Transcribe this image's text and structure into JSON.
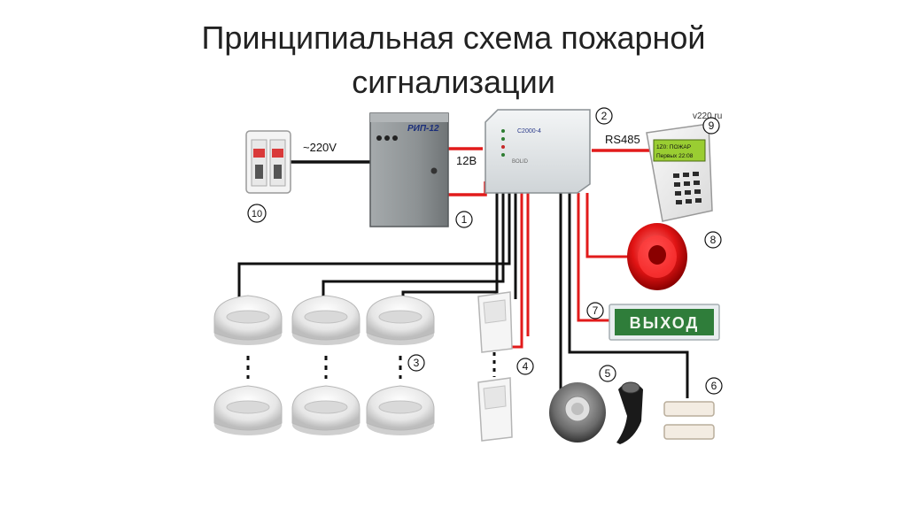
{
  "title": {
    "line1": "Принципиальная схема пожарной",
    "line2": "сигнализации"
  },
  "labels": {
    "mains_voltage": "~220V",
    "dc_voltage": "12В",
    "bus": "RS485",
    "psu_model": "РИП-12",
    "controller_model": "С2000-4",
    "controller_brand": "BOLID",
    "exit_sign": "ВЫХОД",
    "watermark": "v220.ru",
    "keypad_line1": "1Z0: ПОЖАР",
    "keypad_line2": "Первых 22:08"
  },
  "callouts": {
    "c1": "1",
    "c2": "2",
    "c3": "3",
    "c4": "4",
    "c5": "5",
    "c6": "6",
    "c7": "7",
    "c8": "8",
    "c9": "9",
    "c10": "10"
  },
  "colors": {
    "wire_black": "#111111",
    "wire_red": "#e21b1b",
    "psu_body": "#8e9496",
    "siren_red": "#e11414",
    "exit_green": "#2f7d3a"
  }
}
